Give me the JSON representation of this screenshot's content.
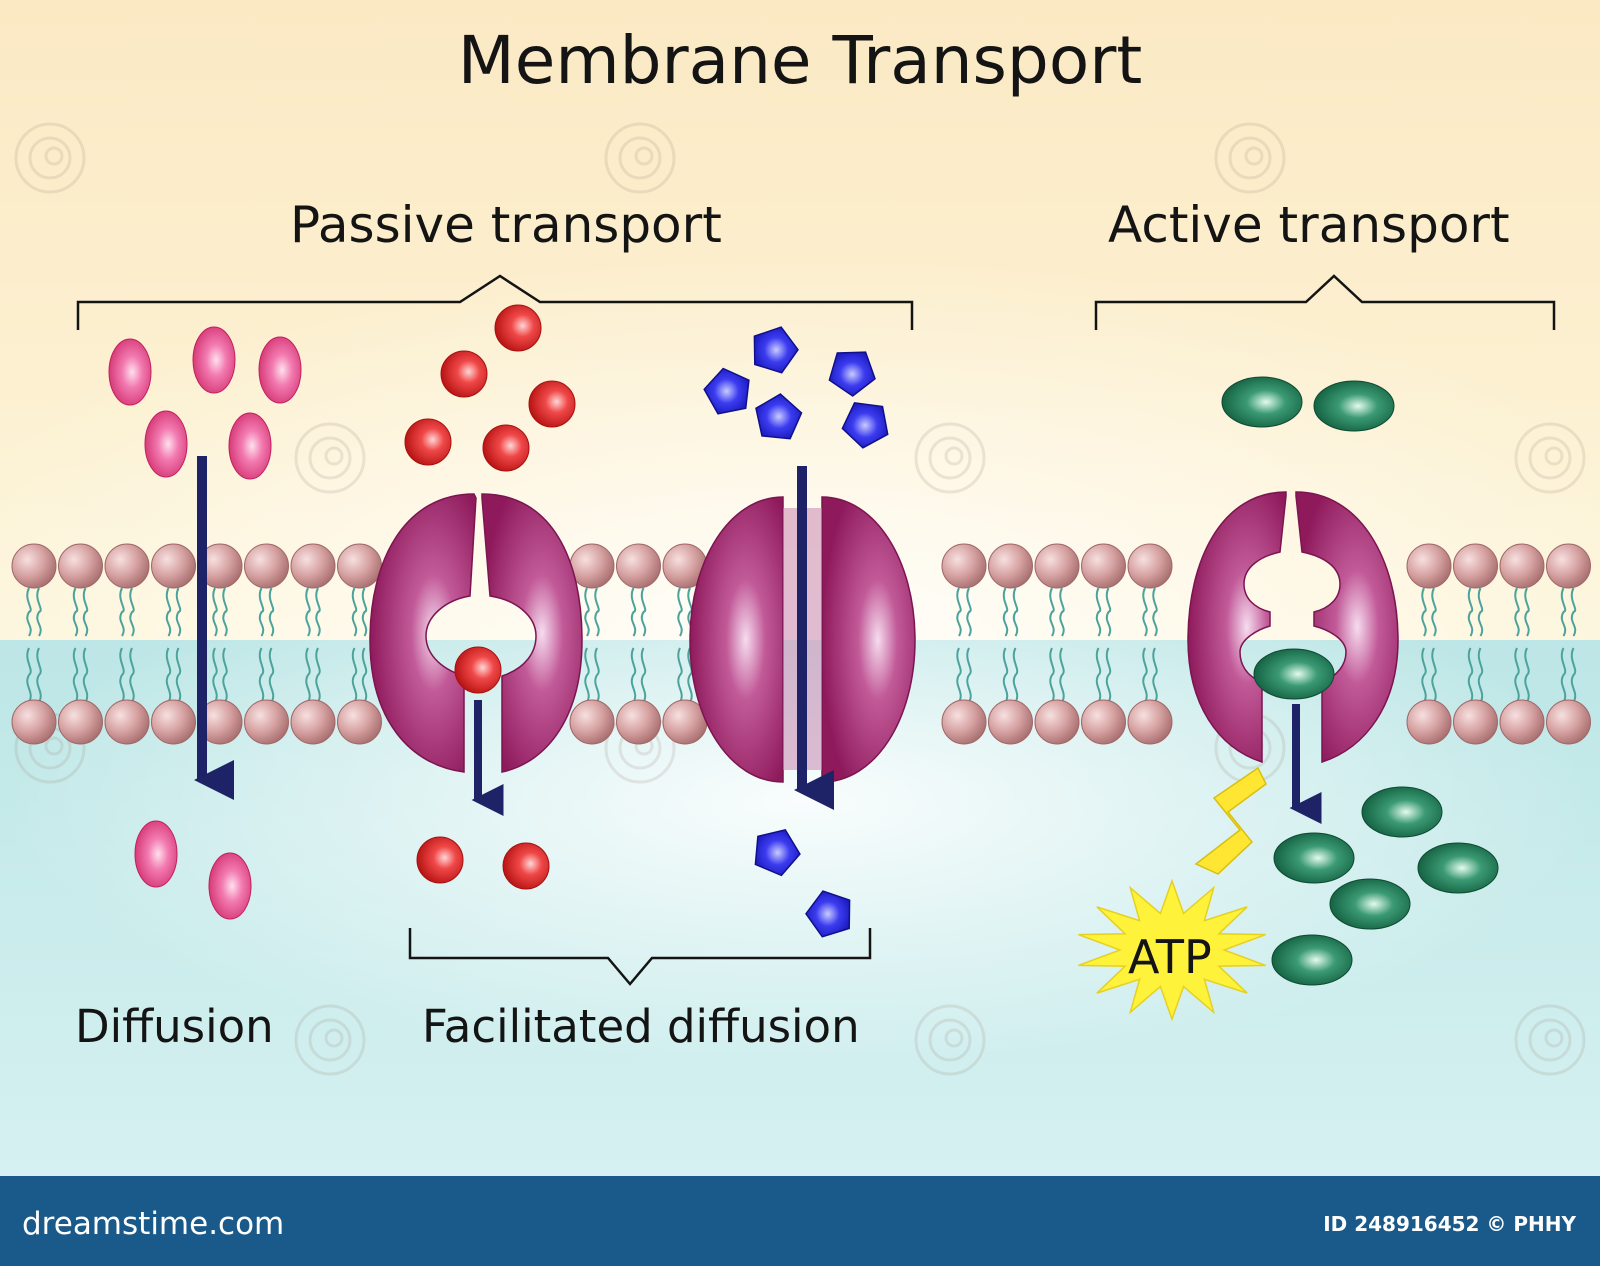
{
  "diagram": {
    "title": "Membrane Transport",
    "groups": {
      "passive": "Passive transport",
      "active": "Active transport",
      "facilitated": "Facilitated diffusion"
    },
    "mechanisms": {
      "diffusion": "Diffusion"
    },
    "energy_label": "ATP"
  },
  "colors": {
    "outside_background": "#fbe9c4",
    "inside_background": "#c7ecec",
    "lipid_head": "#d6a1a1",
    "lipid_tail": "#4ca39c",
    "protein": "#8e1a5c",
    "arrow": "#1d2366",
    "pink_molecule": "#e24c8a",
    "red_molecule": "#dc2424",
    "blue_molecule": "#2424d8",
    "green_molecule": "#176d4c",
    "atp_star": "#fff23a",
    "footer": "#1a5a8a"
  },
  "footer": {
    "brand": "dreamstime.com",
    "stock_id": "ID 248916452 © PHHY"
  }
}
